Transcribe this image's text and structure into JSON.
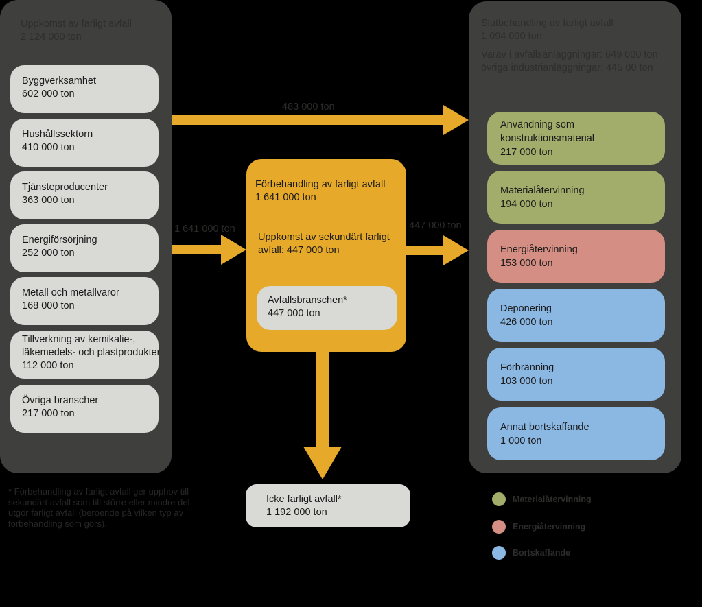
{
  "colors": {
    "background": "#000000",
    "panel": "#3f3f3e",
    "box_gray": "#d9d9d6",
    "flow_orange": "#e7a92a",
    "material": "#a3ad6b",
    "energy": "#d58e83",
    "disposal": "#8bb8e3"
  },
  "source": {
    "title": "Uppkomst av farligt avfall",
    "total": "2 124 000 ton",
    "sectors": [
      {
        "name": "Byggverksamhet",
        "amount": "602 000 ton"
      },
      {
        "name": "Hushållssektorn",
        "amount": "410 000 ton"
      },
      {
        "name": "Tjänsteproducenter",
        "amount": "363 000 ton"
      },
      {
        "name": "Energiförsörjning",
        "amount": "252 000 ton"
      },
      {
        "name": "Metall och metallvaror",
        "amount": "168 000 ton"
      },
      {
        "name_line1": "Tillverkning av kemikalie-,",
        "name_line2": "läkemedels- och plastprodukter",
        "amount": "112 000 ton"
      },
      {
        "name": "Övriga branscher",
        "amount": "217 000 ton"
      }
    ]
  },
  "flows": {
    "direct": "483 000 ton",
    "to_preprocessing": "1 641 000 ton",
    "from_preprocessing": "447 000 ton"
  },
  "preprocessing": {
    "title": "Förbehandling av farligt avfall",
    "amount": "1 641 000 ton",
    "secondary_line1": "Uppkomst av sekundärt farligt",
    "secondary_line2": "avfall: 447 000 ton",
    "waste_sector": {
      "name": "Avfallsbranschen*",
      "amount": "447 000 ton"
    }
  },
  "non_hazardous": {
    "name": "Icke farligt avfall*",
    "amount": "1 192 000 ton"
  },
  "final": {
    "title": "Slutbehandling av farligt avfall",
    "total": "1 094 000 ton",
    "split_line1": "Varav i avfallsanläggningar: 649 000 ton",
    "split_line2": "övriga industrianläggningar: 445 00 ton",
    "treatments": [
      {
        "name_line1": "Användning som",
        "name_line2": "konstruktionsmaterial",
        "amount": "217 000 ton",
        "category": "material"
      },
      {
        "name": "Materialåtervinning",
        "amount": "194 000 ton",
        "category": "material"
      },
      {
        "name": "Energiåtervinning",
        "amount": "153 000 ton",
        "category": "energy"
      },
      {
        "name": "Deponering",
        "amount": "426 000 ton",
        "category": "disposal"
      },
      {
        "name": "Förbränning",
        "amount": "103 000 ton",
        "category": "disposal"
      },
      {
        "name": "Annat bortskaffande",
        "amount": "1 000 ton",
        "category": "disposal"
      }
    ]
  },
  "footnote": "* Förbehandling av farligt avfall ger upphov till sekundärt avfall som till större eller mindre del utgör farligt avfall (beroende på vilken typ av förbehandling som görs).",
  "legend": [
    {
      "label": "Materialåtervinning",
      "category": "material"
    },
    {
      "label": "Energiåtervinning",
      "category": "energy"
    },
    {
      "label": "Bortskaffande",
      "category": "disposal"
    }
  ]
}
